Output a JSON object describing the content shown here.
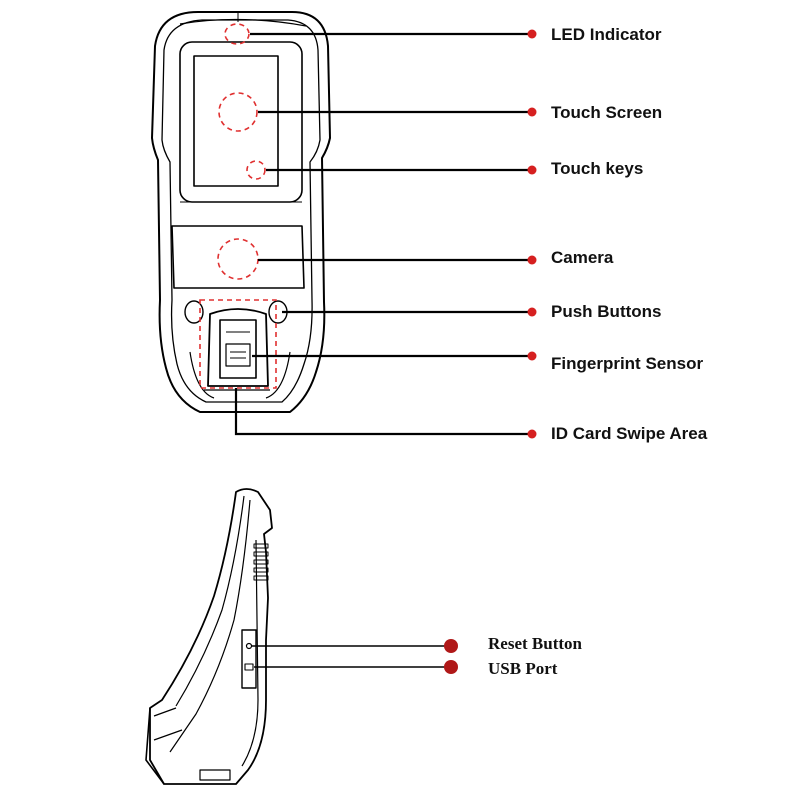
{
  "front_view": {
    "callouts": [
      {
        "id": "led-indicator",
        "label": "LED Indicator"
      },
      {
        "id": "touch-screen",
        "label": "Touch Screen"
      },
      {
        "id": "touch-keys",
        "label": "Touch keys"
      },
      {
        "id": "camera",
        "label": "Camera"
      },
      {
        "id": "push-buttons",
        "label": "Push Buttons"
      },
      {
        "id": "fingerprint-sensor",
        "label": "Fingerprint Sensor"
      },
      {
        "id": "id-card-swipe-area",
        "label": "ID Card Swipe Area"
      }
    ]
  },
  "side_view": {
    "callouts": [
      {
        "id": "reset-button",
        "label": "Reset Button"
      },
      {
        "id": "usb-port",
        "label": "USB Port"
      }
    ]
  },
  "colors": {
    "line": "#000000",
    "callout_dot": "#d62020",
    "highlight_dash": "#e03030",
    "side_dot": "#b01818"
  }
}
